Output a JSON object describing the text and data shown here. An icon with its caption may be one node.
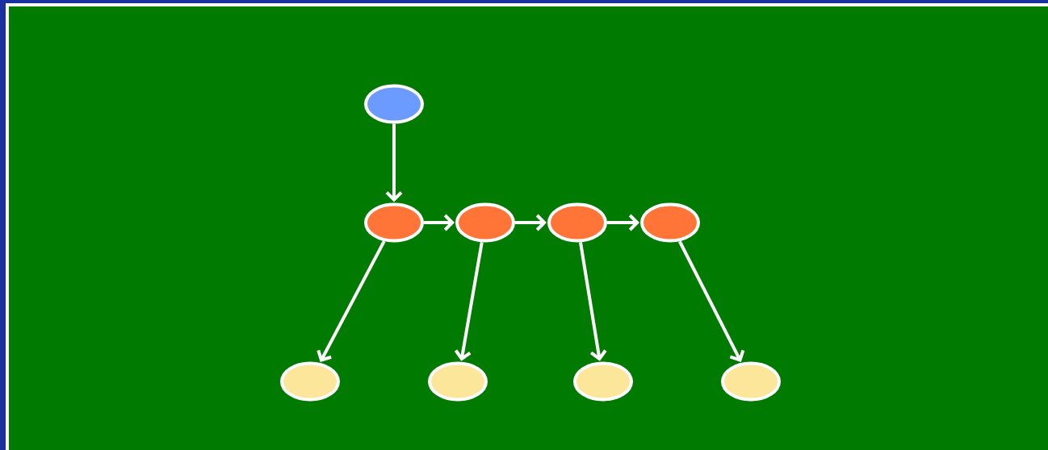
{
  "diagram": {
    "nodes": [
      {
        "text": [],
        "shape": "ellipse"
      },
      {
        "text": [],
        "shape": "ellipse"
      },
      {
        "text": [],
        "shape": "ellipse"
      },
      {
        "text": [],
        "shape": "ellipse"
      },
      {
        "text": [],
        "shape": "ellipse"
      },
      {
        "text": [],
        "shape": "ellipse"
      },
      {
        "text": [],
        "shape": "ellipse"
      },
      {
        "text": [],
        "shape": "ellipse"
      },
      {
        "text": [],
        "shape": "ellipse"
      }
    ],
    "edges": [
      {
        "from": 0,
        "to": 1,
        "arrow": "to"
      },
      {
        "from": 1,
        "to": 2,
        "arrow": "to"
      },
      {
        "from": 2,
        "to": 3,
        "arrow": "to"
      },
      {
        "from": 3,
        "to": 4,
        "arrow": "to"
      },
      {
        "from": 1,
        "to": 5,
        "arrow": "to"
      },
      {
        "from": 2,
        "to": 6,
        "arrow": "to"
      },
      {
        "from": 3,
        "to": 7,
        "arrow": "to"
      },
      {
        "from": 4,
        "to": 8,
        "arrow": "to"
      }
    ]
  }
}
